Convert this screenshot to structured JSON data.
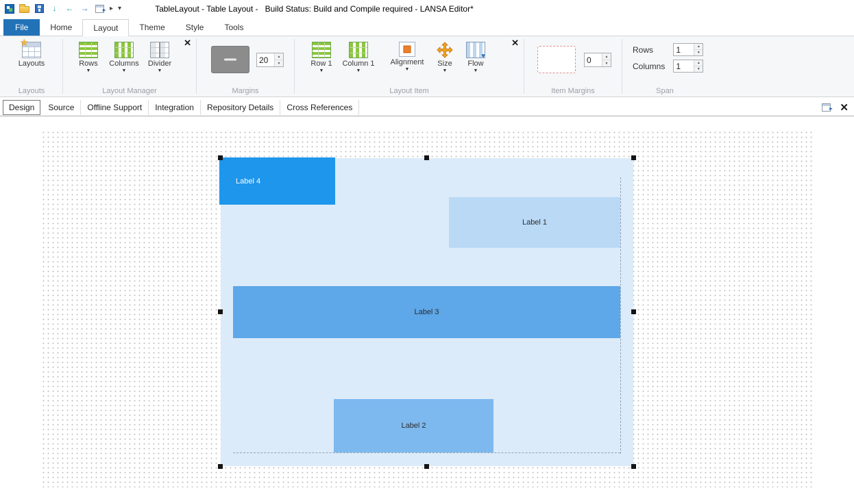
{
  "titlebar": {
    "title": "TableLayout - Table Layout -   Build Status: Build and Compile required - LANSA Editor*"
  },
  "icons": {
    "close": "✕",
    "caret_down": "▼",
    "dropdown": "▾",
    "play": "▸",
    "spin_up": "▲",
    "spin_down": "▼",
    "back": "←",
    "forward": "→",
    "checkin": "↓",
    "star": "★",
    "window_arrow": "▸",
    "flow_arrow": "▼"
  },
  "ribbon": {
    "tabs": [
      "File",
      "Home",
      "Layout",
      "Theme",
      "Style",
      "Tools"
    ],
    "active_tab": "Layout",
    "groups": {
      "layouts": {
        "button_label": "Layouts",
        "label": "Layouts"
      },
      "layout_manager": {
        "buttons": [
          "Rows",
          "Columns",
          "Divider"
        ],
        "label": "Layout Manager"
      },
      "margins": {
        "value": "20",
        "label": "Margins"
      },
      "layout_item": {
        "buttons": [
          "Row 1",
          "Column 1",
          "Alignment",
          "Size",
          "Flow"
        ],
        "label": "Layout Item"
      },
      "item_margins": {
        "value": "0",
        "label": "Item Margins"
      },
      "span": {
        "rows_label": "Rows",
        "rows_value": "1",
        "columns_label": "Columns",
        "columns_value": "1",
        "label": "Span"
      }
    }
  },
  "doc_tabs": [
    "Design",
    "Source",
    "Offline Support",
    "Integration",
    "Repository Details",
    "Cross References"
  ],
  "active_doc_tab": "Design",
  "canvas": {
    "container_fill": "#dcebf9",
    "items": [
      {
        "name": "label-4",
        "text": "Label 4",
        "fill": "#1e96ec"
      },
      {
        "name": "label-1",
        "text": "Label 1",
        "fill": "#b9d9f5"
      },
      {
        "name": "label-3",
        "text": "Label 3",
        "fill": "#5ea7e8"
      },
      {
        "name": "label-2",
        "text": "Label 2",
        "fill": "#7db9ef"
      }
    ]
  },
  "colors": {
    "file_tab_blue": "#2272b8",
    "ribbon_bg": "#f6f7f9",
    "selection_handle": "#141414"
  }
}
